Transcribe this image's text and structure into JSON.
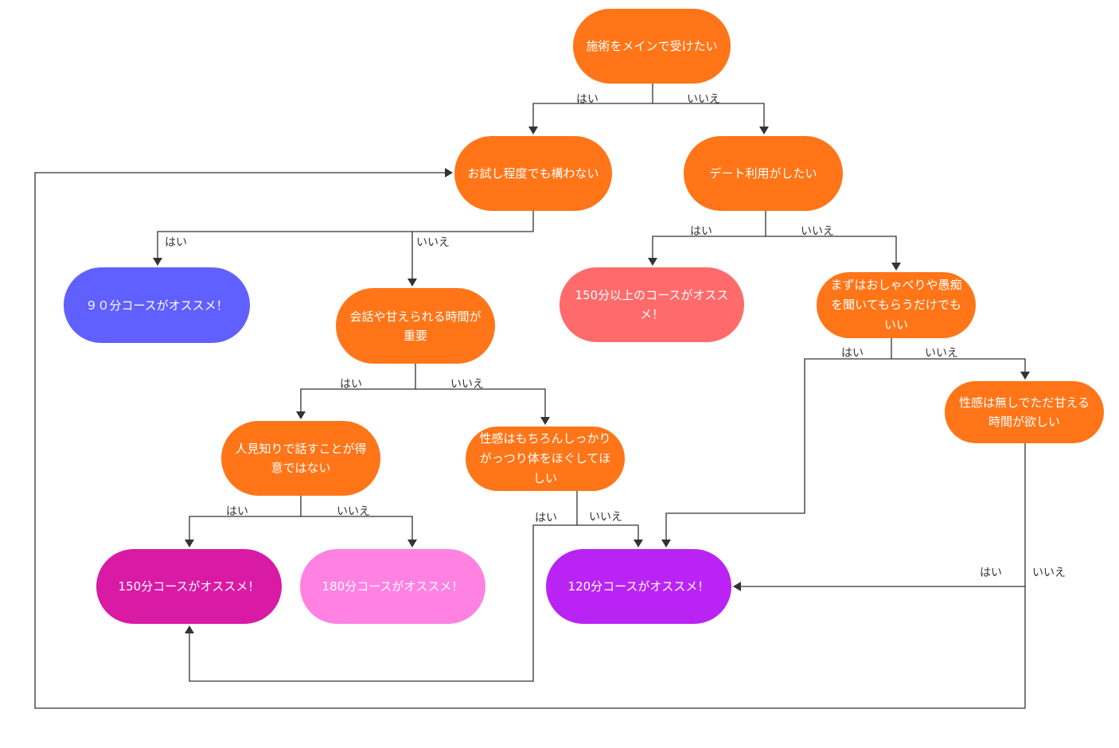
{
  "colors": {
    "question": "#ff7518",
    "r90": "#6060ff",
    "r150plus": "#ff6b6b",
    "r150": "#d91aa5",
    "r180": "#ff82e3",
    "r120": "#b924f5",
    "edge": "#333333"
  },
  "nodes": {
    "q_main": "施術をメインで受けたい",
    "q_trial": "お試し程度でも構わない",
    "q_date": "デート利用がしたい",
    "q_talk": "会話や甘えられる時間が\n重要",
    "q_chat": "まずはおしゃべりや愚痴\nを聞いてもらうだけでも\nいい",
    "q_shy": "人見知りで話すことが得\n意ではない",
    "q_body": "性感はもちろんしっかり\nがっつり体をほぐしてほ\nしい",
    "q_sweet": "性感は無しでただ甘える\n時間が欲しい",
    "r_90": "９０分コースがオススメ！",
    "r_150plus": "150分以上のコースがオスス\nメ！",
    "r_150": "150分コースがオススメ！",
    "r_180": "180分コースがオススメ！",
    "r_120": "120分コースがオススメ！"
  },
  "edge_labels": {
    "yes": "はい",
    "no": "いいえ"
  }
}
